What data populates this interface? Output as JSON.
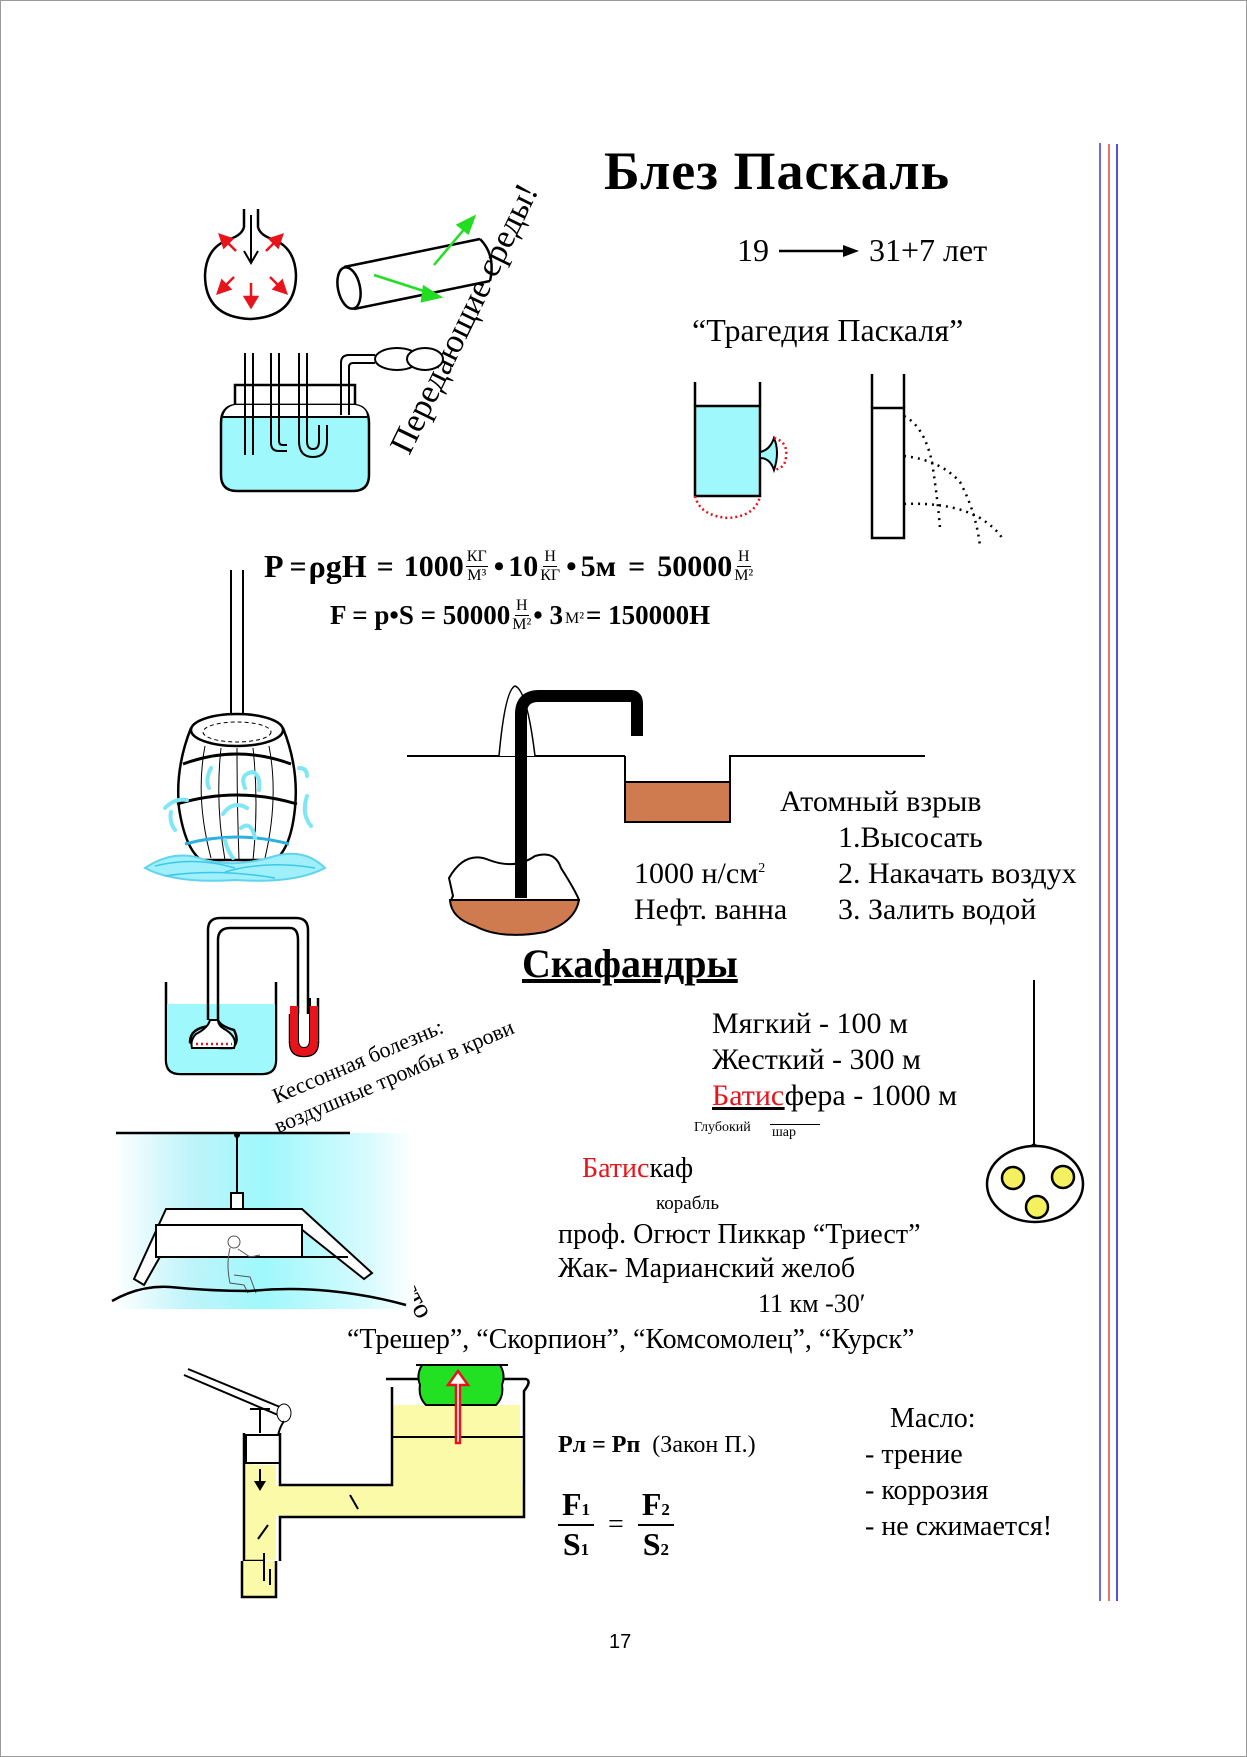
{
  "page": {
    "title": "Блез  Паскаль",
    "page_number": "17",
    "colors": {
      "water": "#9ff8fc",
      "oil": "#d07a50",
      "red": "#e8141b",
      "green_arrow": "#22dd22",
      "hydraulic_fluid": "#fafaa8",
      "load": "#22e022",
      "ball": "#f4f060",
      "margin_blue": "#5555ee",
      "margin_red": "#ee6666"
    }
  },
  "lifespan": {
    "start": "19",
    "end": "31+7 лет",
    "arrow_icon": "long-right-arrow"
  },
  "tragedy": {
    "label": "“Трагедия Паскаля”"
  },
  "media": {
    "label": "Передающие среды!"
  },
  "formulas": {
    "pressure": {
      "lhs": "P",
      "eq1": "=",
      "rho_g_h": "ρgH",
      "eq2": "=",
      "density": "1000",
      "density_unit_num": "КГ",
      "density_unit_den": "М³",
      "dot1": "•",
      "g": "10",
      "g_unit_num": "Н",
      "g_unit_den": "КГ",
      "dot2": "•",
      "height": "5м",
      "eq3": "=",
      "result": "50000",
      "result_unit_num": "Н",
      "result_unit_den": "М²"
    },
    "force": {
      "lhs": "F = p•S = 50000",
      "unit_num": "Н",
      "unit_den": "М²",
      "mid": "• 3",
      "area_unit": "М²",
      "result": "= 150000Н"
    }
  },
  "oil_well": {
    "explosion": "Атомный взрыв",
    "steps": [
      "1.Высосать",
      "2. Накачать воздух",
      "3. Залить водой"
    ],
    "pressure": "1000 н/см",
    "pressure_sup": "2",
    "bath": "Нефт. ванна"
  },
  "diving": {
    "heading": "Скафандры",
    "suits": [
      {
        "prefix": "",
        "rest": "Мягкий - 100 м"
      },
      {
        "prefix": "",
        "rest": "Жесткий - 300 м"
      },
      {
        "prefix": "Батис",
        "rest": "фера - 1000  м"
      }
    ],
    "gloss_deep": "Глубокий",
    "gloss_ball": "шар",
    "caisson_line1": "Кессонная болезнь:",
    "caisson_line2": "воздушные тромбы в крови",
    "cousteau": "Ж.Кусто",
    "bathyscaphe_prefix": "Батис",
    "bathyscaphe_rest": "каф",
    "ship_gloss": "корабль",
    "piccard": "проф. Огюст Пиккар “Триест”",
    "jacques": "Жак- Марианский желоб",
    "depth": "11 км -30′",
    "submarines": "“Трешер”, “Скорпион”, “Комсомолец”, “Курск”"
  },
  "hydraulics": {
    "law_left": "Рл = Рп",
    "law_name": "(Закон П.)",
    "f1": "F",
    "f1_sub": "1",
    "s1": "S",
    "s1_sub": "1",
    "equals": "=",
    "f2": "F",
    "f2_sub": "2",
    "s2": "S",
    "s2_sub": "2",
    "oil_heading": "Масло:",
    "oil_points": [
      "- трение",
      "- коррозия",
      "- не сжимается!"
    ]
  }
}
